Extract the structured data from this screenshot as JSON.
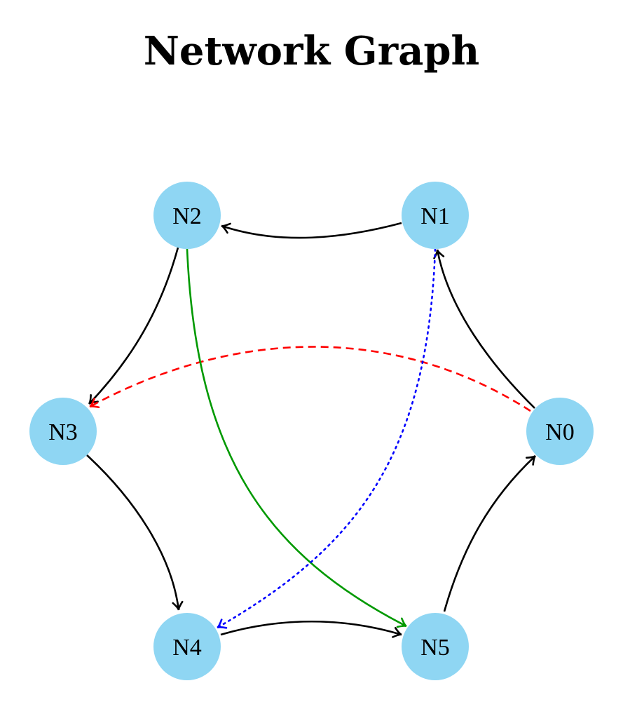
{
  "title": "Network Graph",
  "colors": {
    "node_fill": "#8fd6f3",
    "edge_default": "#000000",
    "edge_red": "#ff0000",
    "edge_green": "#009900",
    "edge_blue": "#0000ff"
  },
  "nodes": [
    {
      "id": "N0",
      "label": "N0"
    },
    {
      "id": "N1",
      "label": "N1"
    },
    {
      "id": "N2",
      "label": "N2"
    },
    {
      "id": "N3",
      "label": "N3"
    },
    {
      "id": "N4",
      "label": "N4"
    },
    {
      "id": "N5",
      "label": "N5"
    }
  ],
  "edges": [
    {
      "from": "N0",
      "to": "N1",
      "style": "solid",
      "color": "black"
    },
    {
      "from": "N1",
      "to": "N2",
      "style": "solid",
      "color": "black"
    },
    {
      "from": "N2",
      "to": "N3",
      "style": "solid",
      "color": "black"
    },
    {
      "from": "N3",
      "to": "N4",
      "style": "solid",
      "color": "black"
    },
    {
      "from": "N4",
      "to": "N5",
      "style": "solid",
      "color": "black"
    },
    {
      "from": "N5",
      "to": "N0",
      "style": "solid",
      "color": "black"
    },
    {
      "from": "N0",
      "to": "N3",
      "style": "dashed",
      "color": "red"
    },
    {
      "from": "N2",
      "to": "N5",
      "style": "solid",
      "color": "green"
    },
    {
      "from": "N1",
      "to": "N4",
      "style": "dotted",
      "color": "blue"
    }
  ]
}
